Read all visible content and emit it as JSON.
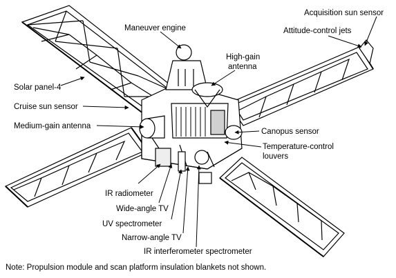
{
  "diagram": {
    "labels": {
      "maneuver_engine": "Maneuver engine",
      "acquisition_sun_sensor": "Acquisition sun sensor",
      "attitude_control_jets": "Attitude-control jets",
      "high_gain_antenna_line1": "High-gain",
      "high_gain_antenna_line2": "antenna",
      "solar_panel_4": "Solar panel-4",
      "cruise_sun_sensor": "Cruise sun sensor",
      "medium_gain_antenna": "Medium-gain antenna",
      "canopus_sensor": "Canopus sensor",
      "temperature_control_louvers_line1": "Temperature-control",
      "temperature_control_louvers_line2": "louvers",
      "ir_radiometer": "IR radiometer",
      "wide_angle_tv": "Wide-angle TV",
      "uv_spectrometer": "UV spectrometer",
      "narrow_angle_tv": "Narrow-angle TV",
      "ir_interferometer_spectrometer": "IR interferometer spectrometer"
    },
    "note": "Note:  Propulsion module and scan platform insulation blankets not shown."
  }
}
